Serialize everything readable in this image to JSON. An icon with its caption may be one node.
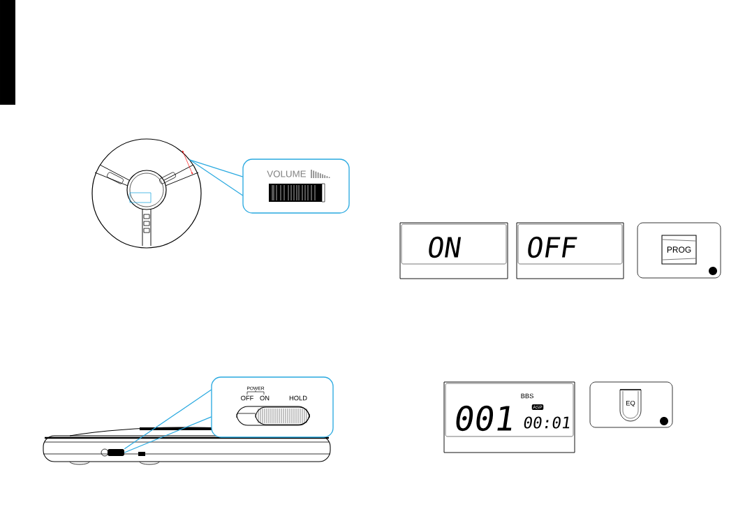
{
  "diagram": {
    "nodes": [
      {
        "text": [],
        "shape": "picture"
      },
      {
        "text": [
          "VOLUME"
        ]
      },
      {
        "text": [],
        "shape": "box"
      },
      {
        "text": [
          "POWER",
          "OFF",
          "ON",
          "HOLD"
        ]
      },
      {
        "text": [
          "ON"
        ]
      },
      {
        "text": [
          "OFF"
        ]
      },
      {
        "text": [
          "PROG"
        ]
      },
      {
        "text": [
          "001",
          "BBS",
          "ASP",
          "00:01"
        ]
      },
      {
        "text": [
          "EQ"
        ]
      }
    ],
    "edges": [
      {
        "from": 1,
        "to": 0,
        "arrow": "none"
      },
      {
        "from": 1,
        "to": 0,
        "arrow": "none"
      },
      {
        "from": 3,
        "to": 2,
        "arrow": "none"
      },
      {
        "from": 3,
        "to": 2,
        "arrow": "none"
      }
    ]
  }
}
